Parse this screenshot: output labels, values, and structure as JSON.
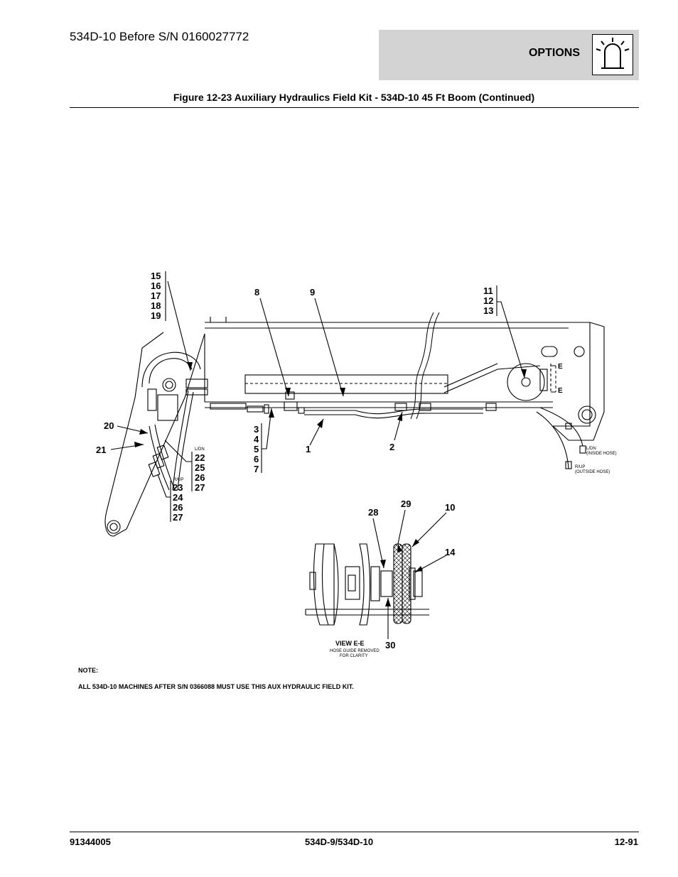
{
  "header": {
    "model_title": "534D-10 Before S/N 0160027772",
    "section_label": "OPTIONS"
  },
  "figure_title": "Figure 12-23 Auxiliary Hydraulics Field Kit - 534D-10 45 Ft Boom (Continued)",
  "callouts": {
    "group_15_19": [
      "15",
      "16",
      "17",
      "18",
      "19"
    ],
    "c8": "8",
    "c9": "9",
    "group_11_13": [
      "11",
      "12",
      "13"
    ],
    "c20": "20",
    "c21": "21",
    "group_3_7": [
      "3",
      "4",
      "5",
      "6",
      "7"
    ],
    "c1": "1",
    "c2": "2",
    "group_22_27": [
      "22",
      "25",
      "26",
      "27"
    ],
    "group_23_27": [
      "23",
      "24",
      "26",
      "27"
    ],
    "c28": "28",
    "c29": "29",
    "c10": "10",
    "c14": "14",
    "c30": "30",
    "section_mark": "E"
  },
  "labels": {
    "ldn_small": "L/DN",
    "rup_small": "R/UP",
    "ldn_inside": "L/DN",
    "inside_hose": "(INSIDE HOSE)",
    "rup_outside": "R/UP",
    "outside_hose": "(OUTSIDE HOSE)",
    "view_title": "VIEW E-E",
    "view_sub1": "HOSE GUIDE REMOVED",
    "view_sub2": "FOR CLARITY"
  },
  "note": {
    "label": "NOTE:",
    "text": "ALL 534D-10 MACHINES AFTER S/N 0366088 MUST USE THIS AUX HYDRAULIC FIELD KIT."
  },
  "footer": {
    "doc_number": "91344005",
    "models": "534D-9/534D-10",
    "page": "12-91"
  }
}
